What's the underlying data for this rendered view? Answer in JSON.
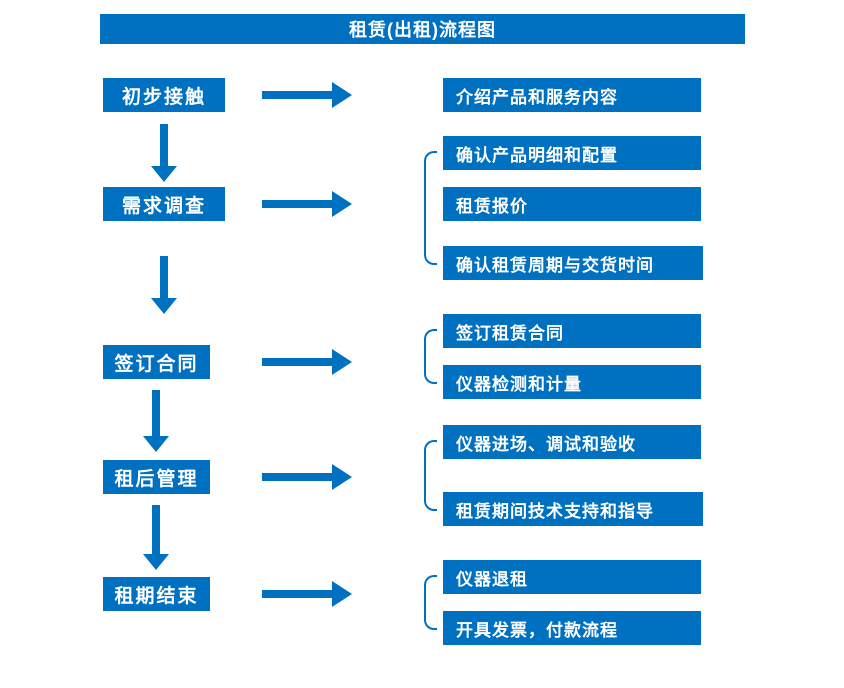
{
  "title": "租赁(出租)流程图",
  "colors": {
    "accent": "#0070C0",
    "background": "#ffffff",
    "text_on_accent": "#ffffff"
  },
  "steps": [
    {
      "label": "初步接触",
      "outputs": [
        "介绍产品和服务内容"
      ]
    },
    {
      "label": "需求调查",
      "outputs": [
        "确认产品明细和配置",
        "租赁报价",
        "确认租赁周期与交货时间"
      ]
    },
    {
      "label": "签订合同",
      "outputs": [
        "签订租赁合同",
        "仪器检测和计量"
      ]
    },
    {
      "label": "租后管理",
      "outputs": [
        "仪器进场、调试和验收",
        "租赁期间技术支持和指导"
      ]
    },
    {
      "label": "租期结束",
      "outputs": [
        "仪器退租",
        "开具发票，付款流程"
      ]
    }
  ]
}
